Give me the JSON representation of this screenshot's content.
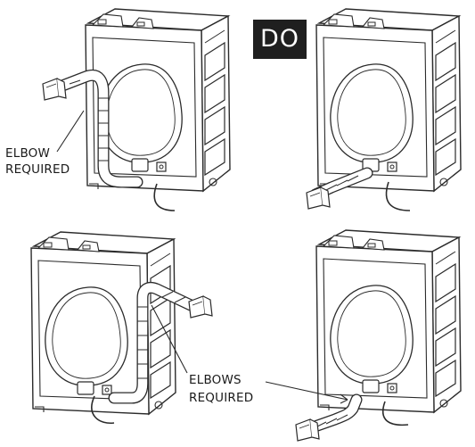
{
  "badge": {
    "text": "DO",
    "bg_color": "#1f1f1f",
    "text_color": "#ffffff"
  },
  "labels": {
    "elbow_line1": "ELBOW",
    "elbow_line2": "REQUIRED",
    "elbows_line1": "ELBOWS",
    "elbows_line2": "REQUIRED"
  },
  "colors": {
    "line": "#2b2b2b",
    "fill": "#ffffff"
  },
  "panels": [
    {
      "id": "top-left",
      "vent": "elbow up and out to the left"
    },
    {
      "id": "top-right",
      "vent": "straight out to the lower left"
    },
    {
      "id": "bottom-left",
      "vent": "elbows up and out to the right"
    },
    {
      "id": "bottom-right",
      "vent": "elbow down and out to the lower left"
    }
  ]
}
